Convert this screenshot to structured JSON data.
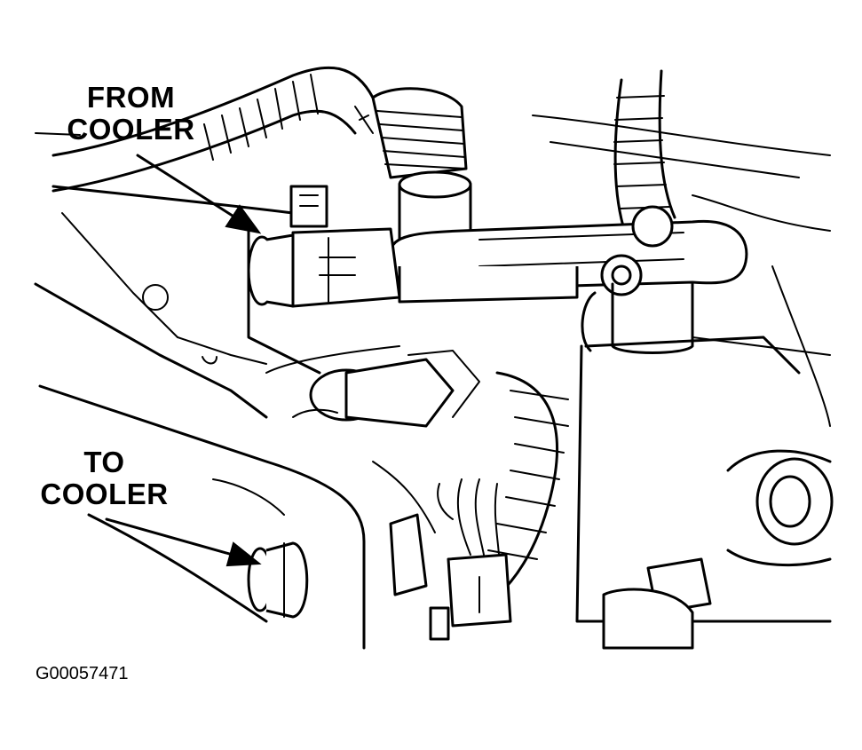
{
  "labels": {
    "from_cooler": [
      "FROM",
      "COOLER"
    ],
    "to_cooler": [
      "TO",
      "COOLER"
    ]
  },
  "figure_id": "G00057471",
  "icons": [
    "from-cooler-fitting-icon",
    "to-cooler-fitting-icon",
    "wiring-harness-icon",
    "shift-lever-icon",
    "connector-icon"
  ]
}
